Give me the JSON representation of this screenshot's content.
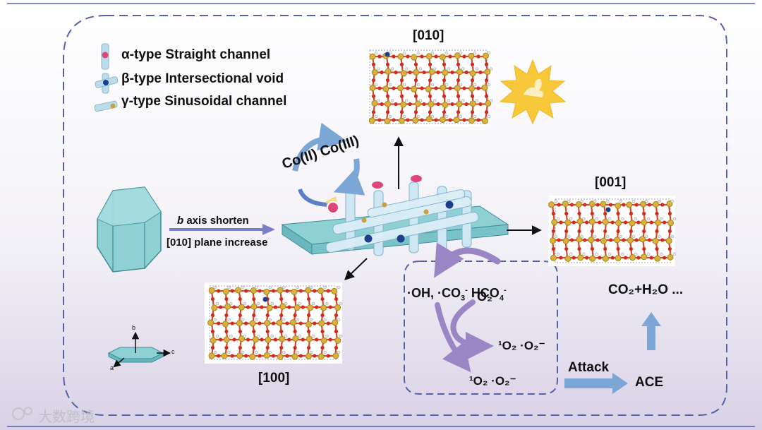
{
  "legend": {
    "alpha": {
      "type": "α-type",
      "desc": "Straight channel",
      "dot_color": "#e0457a"
    },
    "beta": {
      "type": "β-type",
      "desc": "Intersectional void",
      "dot_color": "#1b3f8f"
    },
    "gamma": {
      "type": "γ-type",
      "desc": "Sinusoidal channel",
      "dot_color": "#c9a040"
    }
  },
  "directions": {
    "d010": "[010]",
    "d001": "[001]",
    "d100": "[100]"
  },
  "cobalt": {
    "co2": "Co(II)",
    "co3": "Co(III)"
  },
  "arrow_labels": {
    "b": "b",
    "shorten": " axis shorten",
    "plane": "[010]  plane increase"
  },
  "species": {
    "radicals_a": "·OH, ·CO",
    "radicals_a_sup": "3",
    "radicals_a_charge": "-",
    "hco": "HCO",
    "hco_sub": "4",
    "hco_charge": "-",
    "o2": "O₂",
    "ros1": "¹O₂ ·O₂⁻",
    "ros2": "¹O₂ ·O₂⁻",
    "attack": "Attack",
    "ace": "ACE",
    "products": "CO₂+H₂O ..."
  },
  "axes": {
    "b": "b",
    "c": "c",
    "a": "a"
  },
  "watermark": "大数跨境",
  "colors": {
    "frame": "#5560a8",
    "channel": "#bcdcec",
    "plate": "#8fd0d5",
    "accent_arrow": "#7ba6d6",
    "purple_arrow": "#9a86c4",
    "sun": "#f7c83a"
  }
}
